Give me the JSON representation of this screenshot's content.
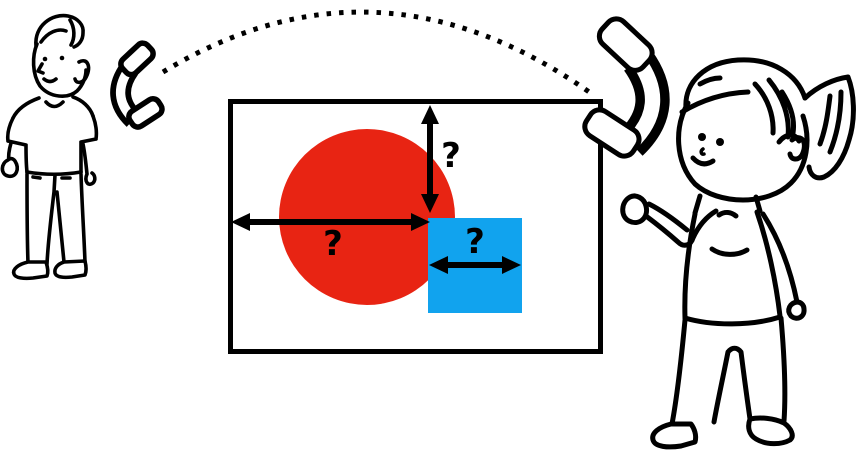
{
  "board": {
    "labels": {
      "circle_width": "?",
      "top_gap": "?",
      "square_width": "?"
    },
    "colors": {
      "circle": "#e82413",
      "square": "#11a3ee"
    }
  },
  "icons": {
    "left_phone": "telephone-receiver",
    "right_phone": "telephone-receiver",
    "call_link": "dotted-call-arc"
  },
  "figures": {
    "left": "man-illustration",
    "right": "girl-illustration"
  }
}
